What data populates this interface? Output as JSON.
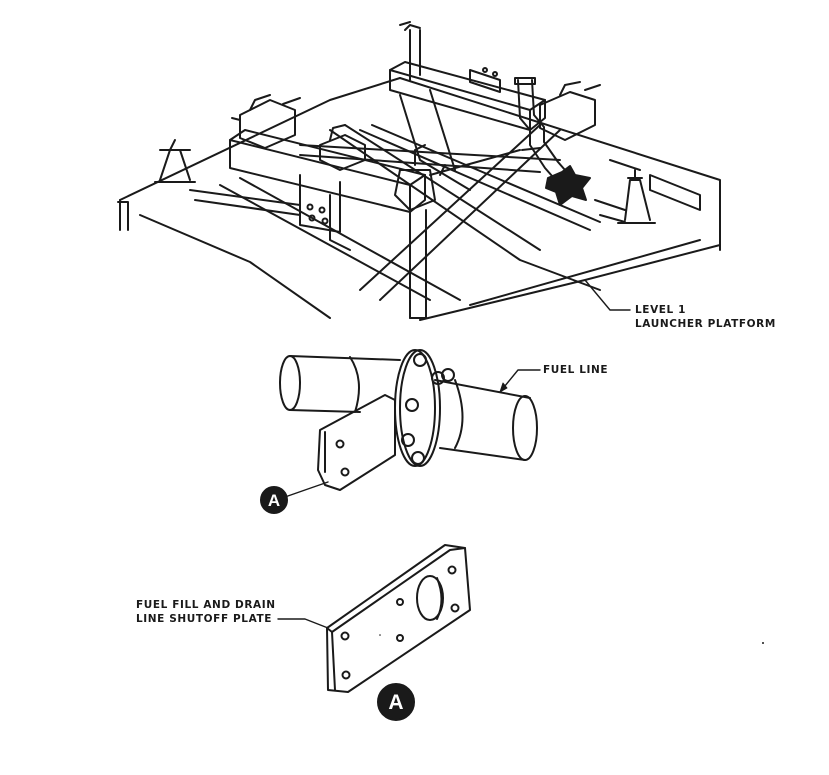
{
  "labels": {
    "level_line1": "LEVEL 1",
    "level_line2": "LAUNCHER PLATFORM",
    "fuel_line": "FUEL LINE",
    "plate_line1": "FUEL FILL AND DRAIN",
    "plate_line2": "LINE SHUTOFF PLATE"
  },
  "callouts": {
    "detail_ref": "A",
    "detail_title": "A"
  },
  "colors": {
    "ink": "#1a1a1a",
    "paper": "#ffffff"
  }
}
